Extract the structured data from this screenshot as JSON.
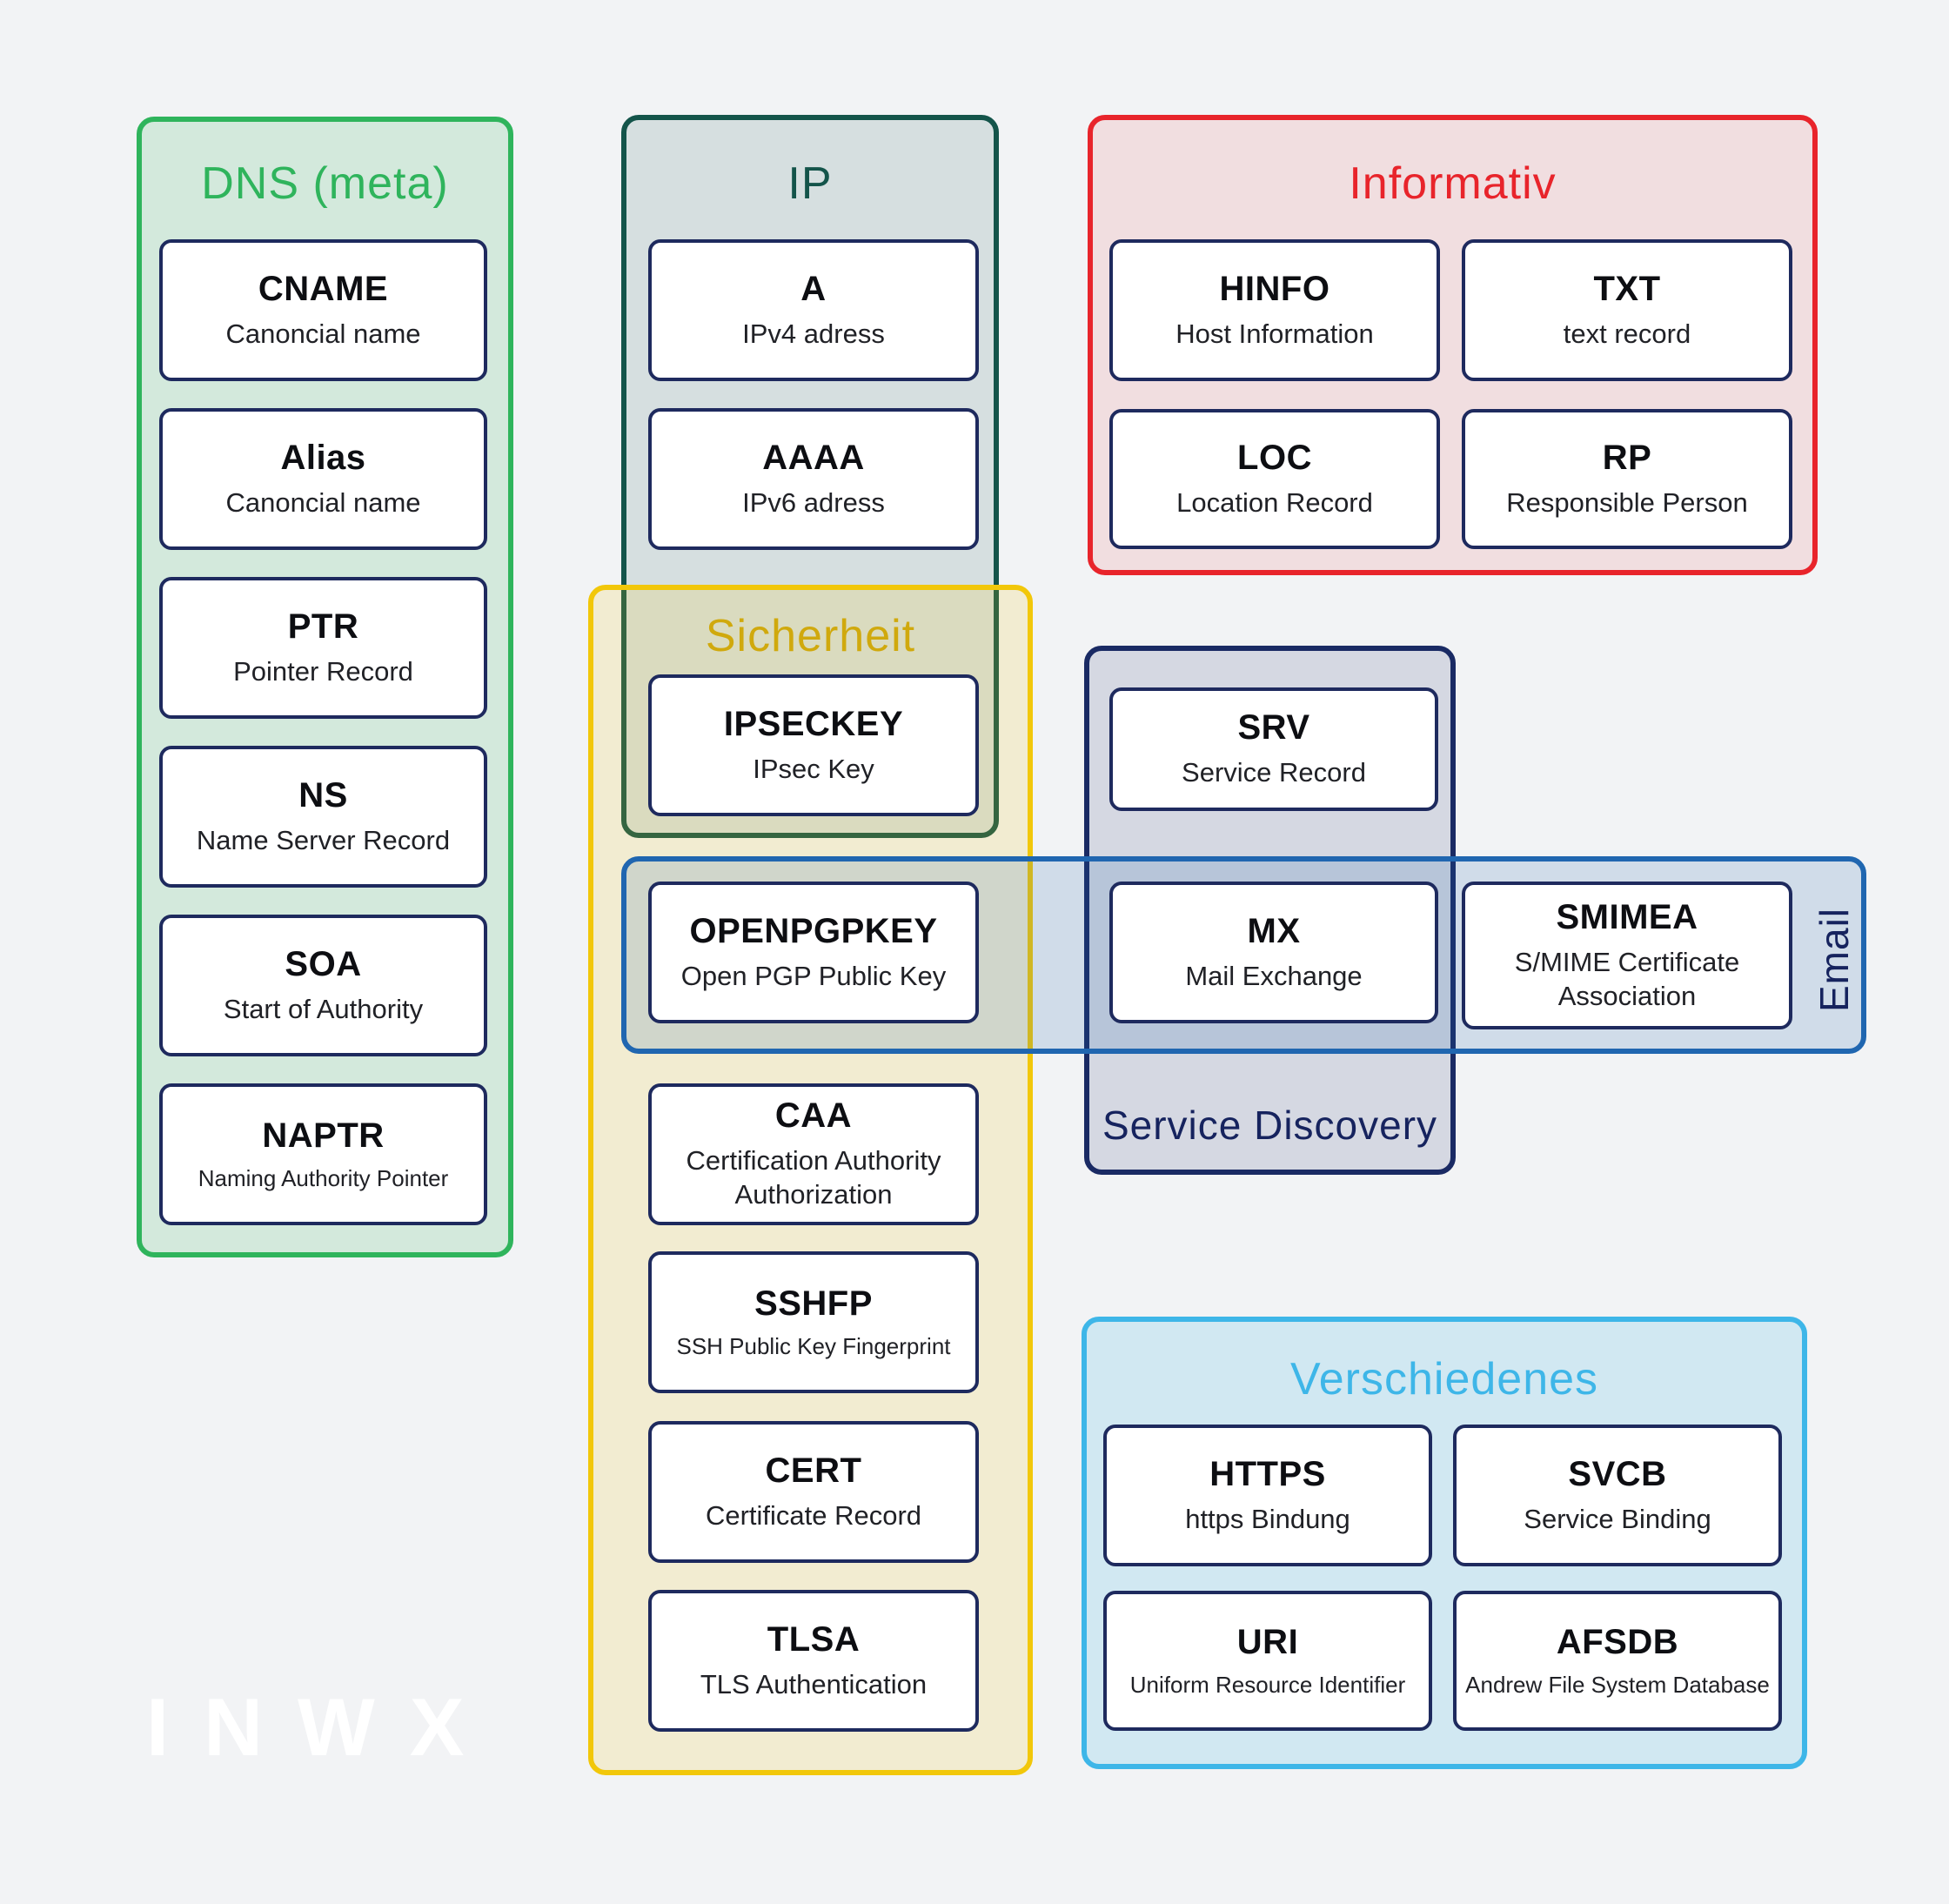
{
  "palette": {
    "background": "#f2f3f5",
    "card_border_navy": "#1e2a5e",
    "dns_green": "#2fb45c",
    "ip_dark_green": "#14544a",
    "sicherheit_yellow_border": "#f2c70a",
    "sicherheit_gold_label": "#d0a90d",
    "informativ_red": "#e8242b",
    "service_discovery_navy": "#1a2a64",
    "email_blue_border": "#2066b0",
    "email_navy_label": "#16235e",
    "verschiedenes_light_blue": "#3eb6e8",
    "watermark_white": "#ffffff"
  },
  "watermark": {
    "logo_text": "INWX"
  },
  "groups": {
    "dns": {
      "label": "DNS (meta)"
    },
    "ip": {
      "label": "IP"
    },
    "sicherheit": {
      "label": "Sicherheit"
    },
    "informativ": {
      "label": "Informativ"
    },
    "service_discovery": {
      "label": "Service Discovery"
    },
    "email": {
      "label": "Email"
    },
    "verschiedenes": {
      "label": "Verschiedenes"
    }
  },
  "records": {
    "cname": {
      "title": "CNAME",
      "subtitle": "Canoncial name"
    },
    "alias": {
      "title": "Alias",
      "subtitle": "Canoncial name"
    },
    "ptr": {
      "title": "PTR",
      "subtitle": "Pointer Record"
    },
    "ns": {
      "title": "NS",
      "subtitle": "Name Server Record"
    },
    "soa": {
      "title": "SOA",
      "subtitle": "Start of Authority"
    },
    "naptr": {
      "title": "NAPTR",
      "subtitle": "Naming Authority Pointer"
    },
    "a": {
      "title": "A",
      "subtitle": "IPv4 adress"
    },
    "aaaa": {
      "title": "AAAA",
      "subtitle": "IPv6 adress"
    },
    "ipseckey": {
      "title": "IPSECKEY",
      "subtitle": "IPsec Key"
    },
    "openpgpkey": {
      "title": "OPENPGPKEY",
      "subtitle": "Open PGP Public Key"
    },
    "caa": {
      "title": "CAA",
      "subtitle": "Certification Authority Authorization"
    },
    "sshfp": {
      "title": "SSHFP",
      "subtitle": "SSH Public Key Fingerprint"
    },
    "cert": {
      "title": "CERT",
      "subtitle": "Certificate Record"
    },
    "tlsa": {
      "title": "TLSA",
      "subtitle": "TLS Authentication"
    },
    "hinfo": {
      "title": "HINFO",
      "subtitle": "Host Information"
    },
    "txt": {
      "title": "TXT",
      "subtitle": "text record"
    },
    "loc": {
      "title": "LOC",
      "subtitle": "Location Record"
    },
    "rp": {
      "title": "RP",
      "subtitle": "Responsible Person"
    },
    "srv": {
      "title": "SRV",
      "subtitle": "Service Record"
    },
    "mx": {
      "title": "MX",
      "subtitle": "Mail Exchange"
    },
    "smimea": {
      "title": "SMIMEA",
      "subtitle": "S/MIME Certificate Association"
    },
    "https": {
      "title": "HTTPS",
      "subtitle": "https Bindung"
    },
    "svcb": {
      "title": "SVCB",
      "subtitle": "Service Binding"
    },
    "uri": {
      "title": "URI",
      "subtitle": "Uniform Resource Identifier"
    },
    "afsdb": {
      "title": "AFSDB",
      "subtitle": "Andrew File System Database"
    }
  }
}
